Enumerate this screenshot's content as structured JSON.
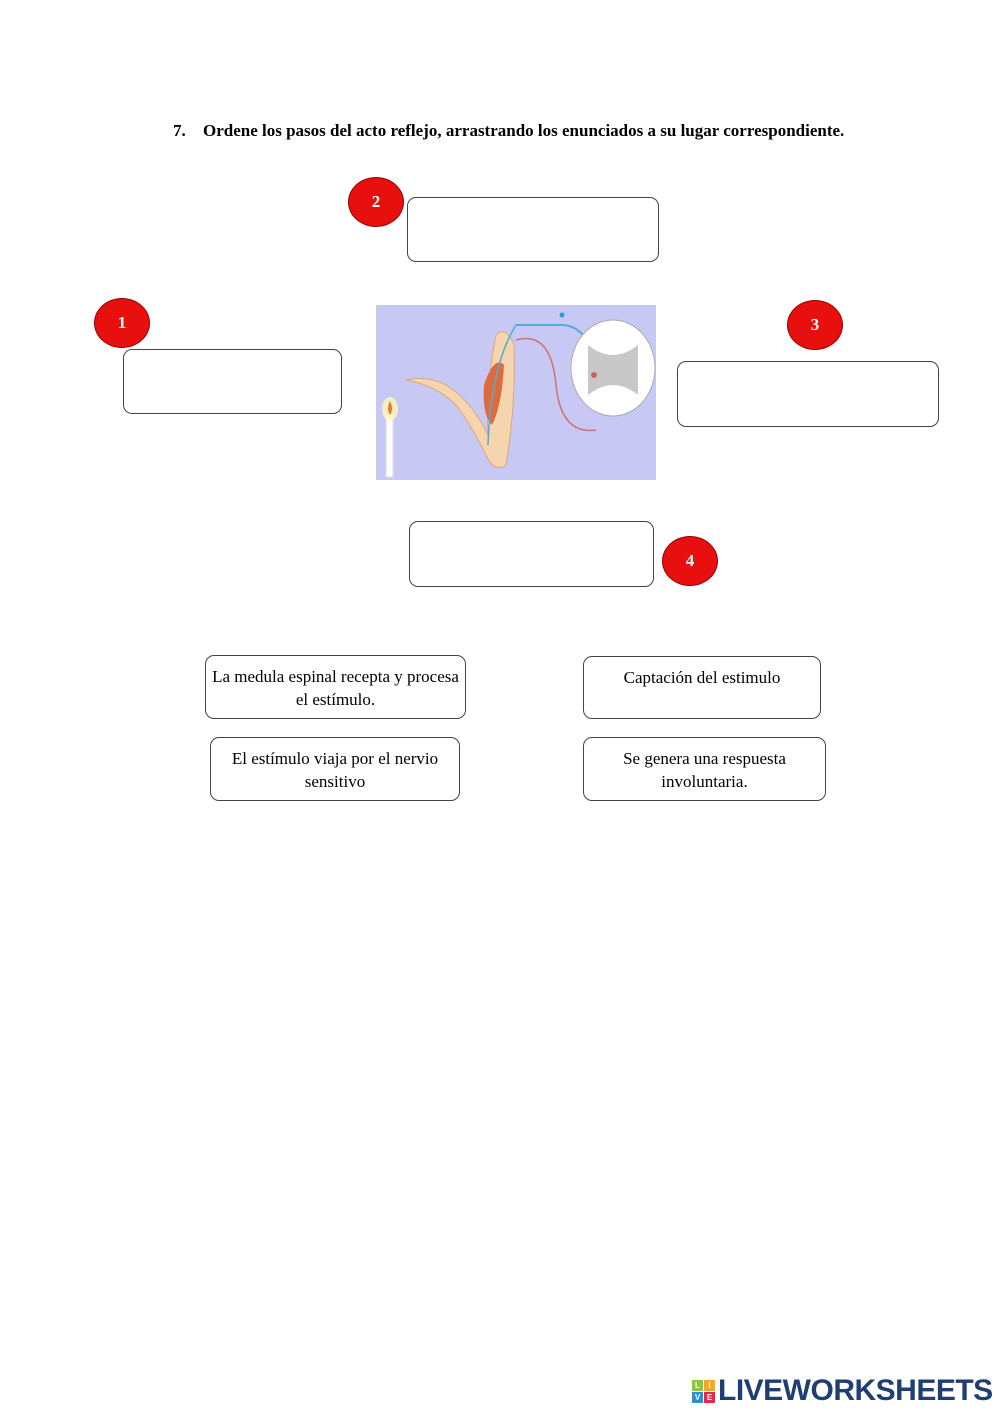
{
  "question": {
    "number": "7.",
    "text": "Ordene los pasos del acto reflejo, arrastrando los enunciados a su lugar correspondiente."
  },
  "markers": [
    "1",
    "2",
    "3",
    "4"
  ],
  "options": [
    "La medula espinal recepta y procesa el estímulo.",
    "Captación del estimulo",
    "El estímulo viaja por el nervio sensitivo",
    "Se genera una respuesta involuntaria."
  ],
  "logo": {
    "text": "LIVEWORKSHEETS",
    "letters": [
      "L",
      "I",
      "V",
      "E"
    ]
  },
  "colors": {
    "marker": "#e8100f",
    "logo": "#1f3f73",
    "image_bg": "#c8c8f4"
  }
}
